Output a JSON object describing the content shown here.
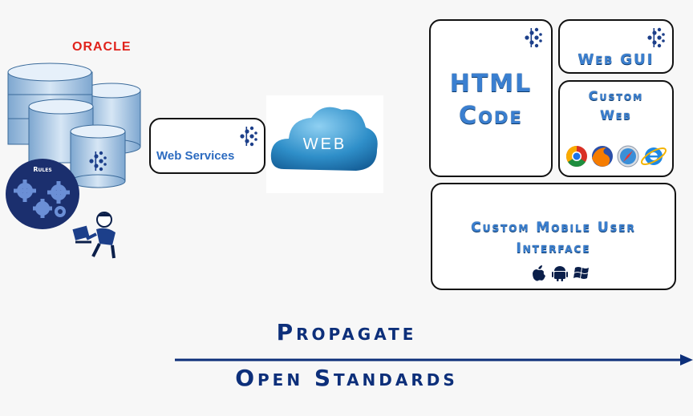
{
  "oracle_logo": "ORACLE",
  "rules_label": "Rules",
  "web_services_label": "Web Services",
  "cloud_label": "WEB",
  "html_code_line1": "HTML",
  "html_code_line2": "Code",
  "web_gui_label": "Web GUI",
  "custom_web_line1": "Custom",
  "custom_web_line2": "Web",
  "custom_mobile_line1": "Custom Mobile User",
  "custom_mobile_line2": "Interface",
  "propagate_label": "Propagate",
  "open_standards_label": "Open Standards",
  "icons": {
    "brand": "logo-mark-icon",
    "browsers": [
      "chrome-icon",
      "firefox-icon",
      "safari-icon",
      "ie-icon"
    ],
    "mobile": [
      "apple-icon",
      "android-icon",
      "windows-icon"
    ]
  },
  "colors": {
    "accent_blue": "#3a7fd0",
    "title_navy": "#0d2f7a",
    "oracle_red": "#e0231c"
  }
}
